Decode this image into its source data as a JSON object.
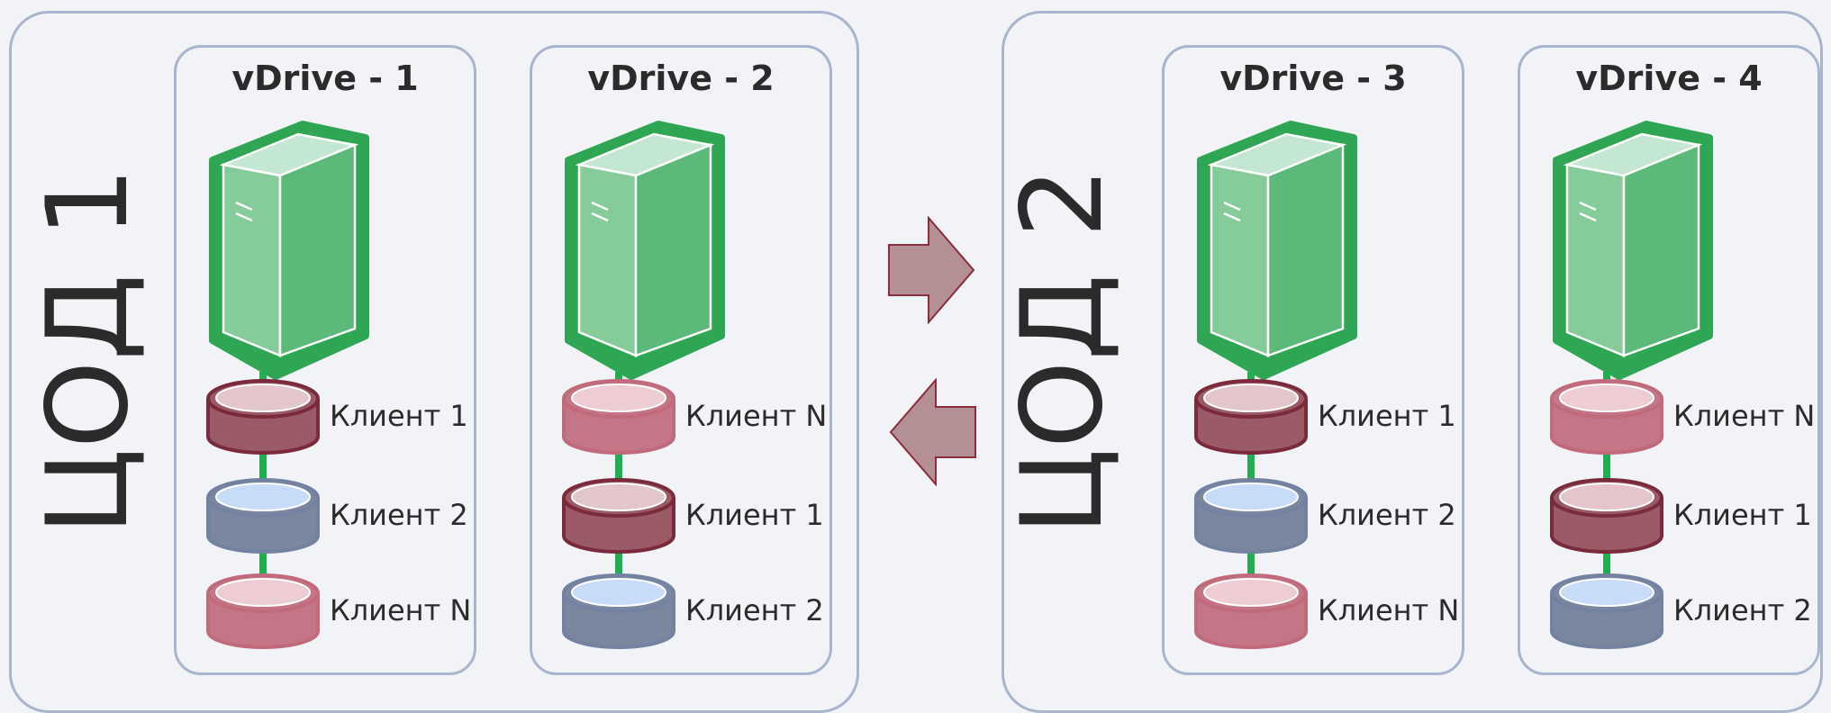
{
  "datacenters": [
    {
      "label": "ЦОД 1",
      "vdrives": [
        {
          "title": "vDrive - 1",
          "clients": [
            {
              "label": "Клиент 1",
              "color": "maroon"
            },
            {
              "label": "Клиент 2",
              "color": "blue"
            },
            {
              "label": "Клиент N",
              "color": "pink"
            }
          ]
        },
        {
          "title": "vDrive - 2",
          "clients": [
            {
              "label": "Клиент N",
              "color": "pink"
            },
            {
              "label": "Клиент 1",
              "color": "maroon"
            },
            {
              "label": "Клиент 2",
              "color": "blue"
            }
          ]
        }
      ]
    },
    {
      "label": "ЦОД 2",
      "vdrives": [
        {
          "title": "vDrive - 3",
          "clients": [
            {
              "label": "Клиент 1",
              "color": "maroon"
            },
            {
              "label": "Клиент 2",
              "color": "blue"
            },
            {
              "label": "Клиент N",
              "color": "pink"
            }
          ]
        },
        {
          "title": "vDrive - 4",
          "clients": [
            {
              "label": "Клиент N",
              "color": "pink"
            },
            {
              "label": "Клиент 1",
              "color": "maroon"
            },
            {
              "label": "Клиент 2",
              "color": "blue"
            }
          ]
        }
      ]
    }
  ],
  "colors": {
    "server_dark": "#2fa653",
    "server_front": "#5bb97a",
    "server_side": "#86cb9a",
    "server_top": "#c4e7d1",
    "connector": "#1fae52",
    "arrow": "#b48f93",
    "arrow_border": "#8b2d3a",
    "maroon": {
      "body": "#9a5a66",
      "top": "#e2c6cb",
      "rim": "#7a2a3a"
    },
    "blue": {
      "body": "#7a879f",
      "top": "#c8dcfa",
      "rim": "#7382a0"
    },
    "pink": {
      "body": "#c47686",
      "top": "#edccd4",
      "rim": "#c06a7c"
    }
  }
}
